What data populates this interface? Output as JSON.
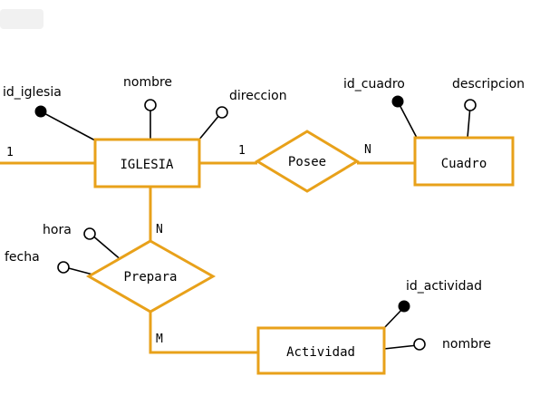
{
  "entities": {
    "iglesia": "IGLESIA",
    "cuadro": "Cuadro",
    "actividad": "Actividad"
  },
  "relationships": {
    "posee": "Posee",
    "prepara": "Prepara"
  },
  "attributes": {
    "id_iglesia": "id_iglesia",
    "iglesia_nombre": "nombre",
    "direccion": "direccion",
    "id_cuadro": "id_cuadro",
    "descripcion": "descripcion",
    "hora": "hora",
    "fecha": "fecha",
    "id_actividad": "id_actividad",
    "actividad_nombre": "nombre"
  },
  "cardinalities": {
    "left_edge": "1",
    "iglesia_posee": "1",
    "posee_cuadro": "N",
    "iglesia_prepara": "N",
    "prepara_actividad": "M"
  },
  "colors": {
    "shape_stroke": "#e8a11a",
    "key_attribute": "#000000",
    "attribute": "#ffffff"
  }
}
